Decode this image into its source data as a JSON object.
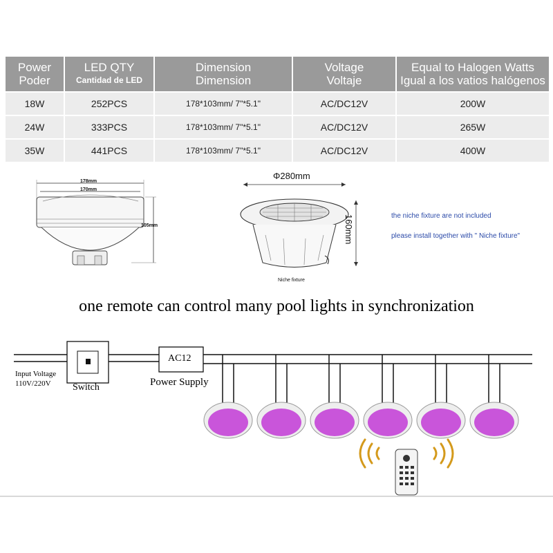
{
  "table": {
    "headers": [
      {
        "line1": "Power",
        "line2": "Poder"
      },
      {
        "line1": "LED QTY",
        "line2": "Cantidad de LED"
      },
      {
        "line1": "Dimension",
        "line2": "Dimension"
      },
      {
        "line1": "Voltage",
        "line2": "Voltaje"
      },
      {
        "line1": "Equal to Halogen Watts",
        "line2": "Igual a los vatios halógenos"
      }
    ],
    "rows": [
      {
        "power": "18W",
        "led": "252PCS",
        "dimension": "178*103mm/ 7\"*5.1\"",
        "voltage": "AC/DC12V",
        "halogen": "200W"
      },
      {
        "power": "24W",
        "led": "333PCS",
        "dimension": "178*103mm/ 7\"*5.1\"",
        "voltage": "AC/DC12V",
        "halogen": "265W"
      },
      {
        "power": "35W",
        "led": "441PCS",
        "dimension": "178*103mm/ 7\"*5.1\"",
        "voltage": "AC/DC12V",
        "halogen": "400W"
      }
    ]
  },
  "lamp_drawing": {
    "width_outer": "178mm",
    "width_inner": "170mm",
    "height": "105mm"
  },
  "niche_drawing": {
    "diameter": "Φ280mm",
    "height": "160mm",
    "caption": "Niche fixture"
  },
  "niche_note": {
    "line1": "the niche fixture are not included",
    "line2": "please install together with \" Niche fixture\""
  },
  "headline": "one remote can control many pool lights in synchronization",
  "wiring": {
    "input_voltage_line1": "Input Voltage",
    "input_voltage_line2": "110V/220V",
    "switch_label": "Switch",
    "psu_box_label": "AC12",
    "psu_label": "Power Supply",
    "light_count": 6
  },
  "colors": {
    "table_header": "#9a9a9a",
    "table_row": "#ececec",
    "note_text": "#2b4aa8",
    "lamp_glow": "#c23ad6",
    "signal": "#d49a1c"
  }
}
